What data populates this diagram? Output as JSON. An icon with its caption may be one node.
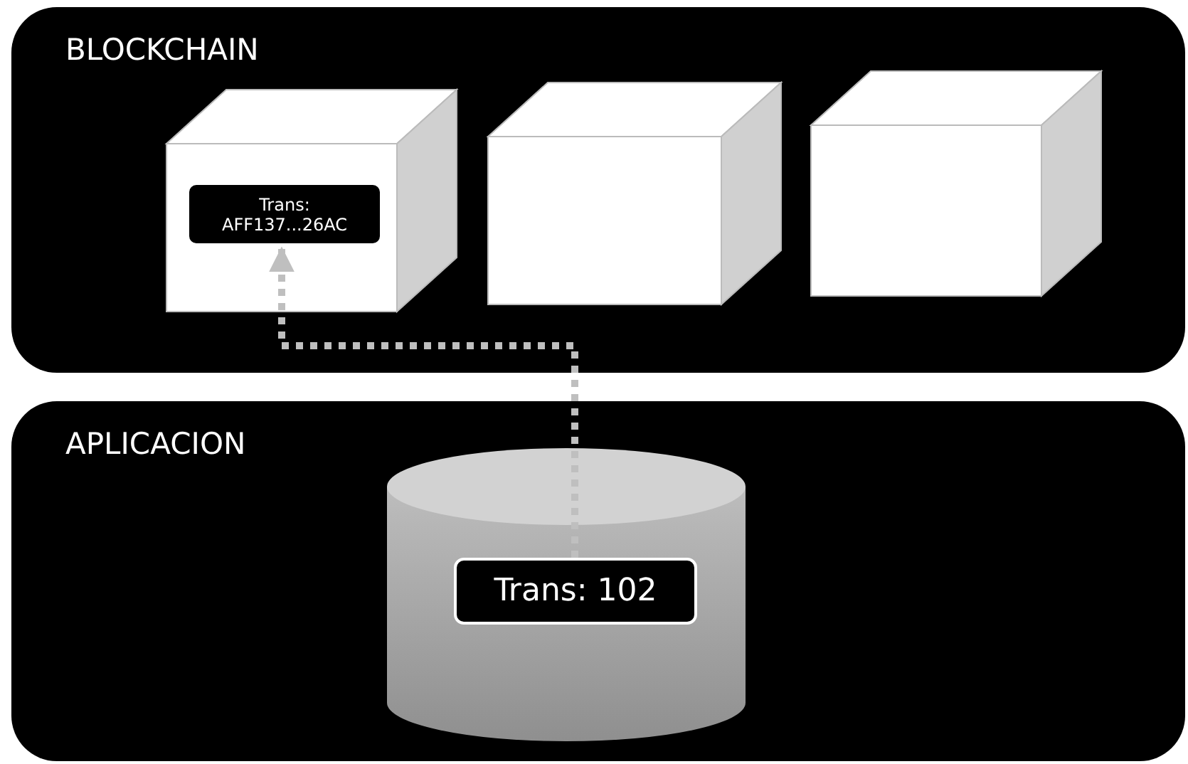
{
  "diagram": {
    "nodes": [
      {
        "text": [
          "BLOCKCHAIN"
        ]
      },
      {
        "text": [],
        "shape": "box",
        "in": 0
      },
      {
        "text": [
          "Trans: AFF137...26AC"
        ],
        "in": 1
      },
      {
        "text": [],
        "shape": "box",
        "in": 0
      },
      {
        "text": [],
        "shape": "box",
        "in": 0
      },
      {
        "text": [
          "APLICACION"
        ]
      },
      {
        "text": [],
        "shape": "cylinder",
        "in": 5
      },
      {
        "text": [
          "Trans: 102"
        ],
        "in": 6
      }
    ],
    "edges": [
      {
        "from": 7,
        "to": 2,
        "arrow": "to",
        "style": "dashed",
        "color": "#bfbfbf"
      }
    ]
  }
}
